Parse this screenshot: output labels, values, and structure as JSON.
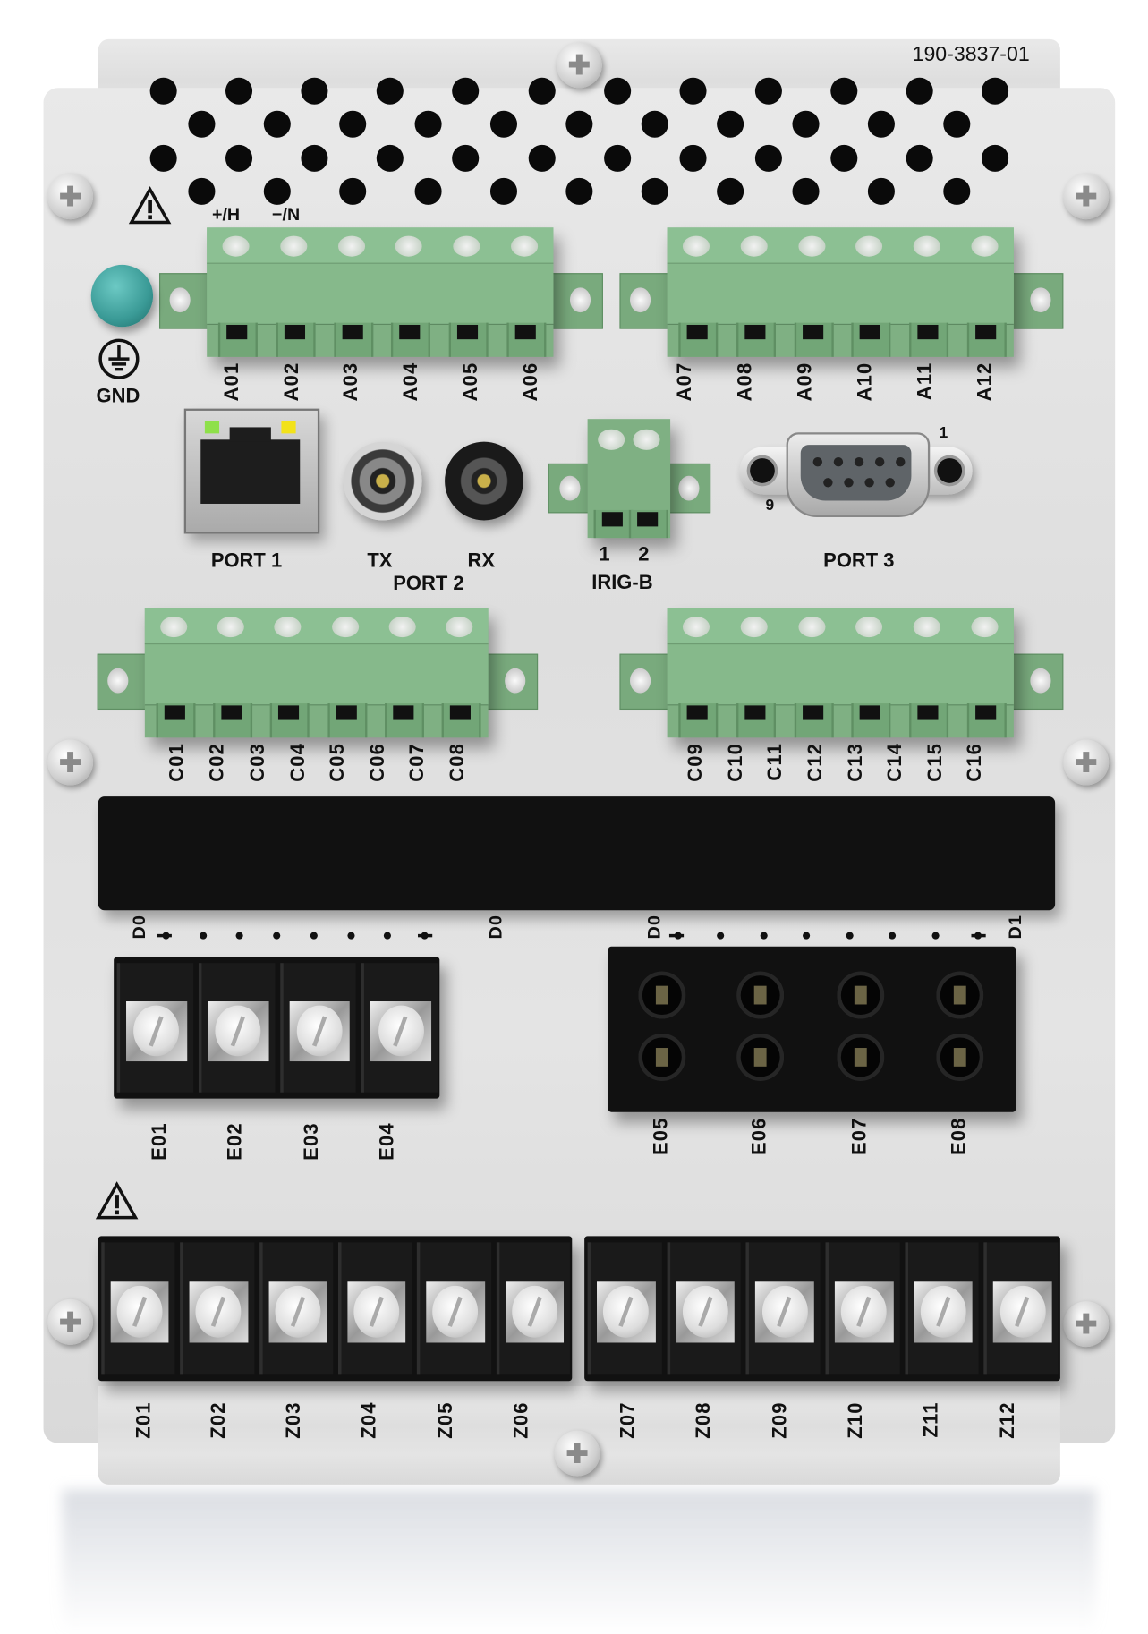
{
  "panel": {
    "part_number": "190-3837-01",
    "power_labels": [
      "+/H",
      "−/N"
    ],
    "gnd_label": "GND",
    "warning_icon": "warning-triangle-icon"
  },
  "terminals": {
    "a_left": [
      "A01",
      "A02",
      "A03",
      "A04",
      "A05",
      "A06"
    ],
    "a_right": [
      "A07",
      "A08",
      "A09",
      "A10",
      "A11",
      "A12"
    ],
    "c_left": [
      "C01",
      "C02",
      "C03",
      "C04",
      "C05",
      "C06",
      "C07",
      "C08"
    ],
    "c_right": [
      "C09",
      "C10",
      "C11",
      "C12",
      "C13",
      "C14",
      "C15",
      "C16"
    ],
    "d_labels": [
      "D0",
      "D0",
      "D0",
      "D1"
    ],
    "e_left": [
      "E01",
      "E02",
      "E03",
      "E04"
    ],
    "e_right": [
      "E05",
      "E06",
      "E07",
      "E08"
    ],
    "z_left": [
      "Z01",
      "Z02",
      "Z03",
      "Z04",
      "Z05",
      "Z06"
    ],
    "z_right": [
      "Z07",
      "Z08",
      "Z09",
      "Z10",
      "Z11",
      "Z12"
    ]
  },
  "ports": {
    "port1": {
      "label": "PORT 1",
      "led_colors": [
        "#8ee04a",
        "#f2e21a"
      ]
    },
    "port2": {
      "label": "PORT 2",
      "tx": "TX",
      "rx": "RX"
    },
    "irig": {
      "label": "IRIG-B",
      "pins": [
        "1",
        "2"
      ]
    },
    "port3": {
      "label": "PORT 3",
      "pin_first": "1",
      "pin_last": "9"
    }
  },
  "colors": {
    "connector_green": "#7fb083",
    "ground_teal": "#3a9a96"
  }
}
